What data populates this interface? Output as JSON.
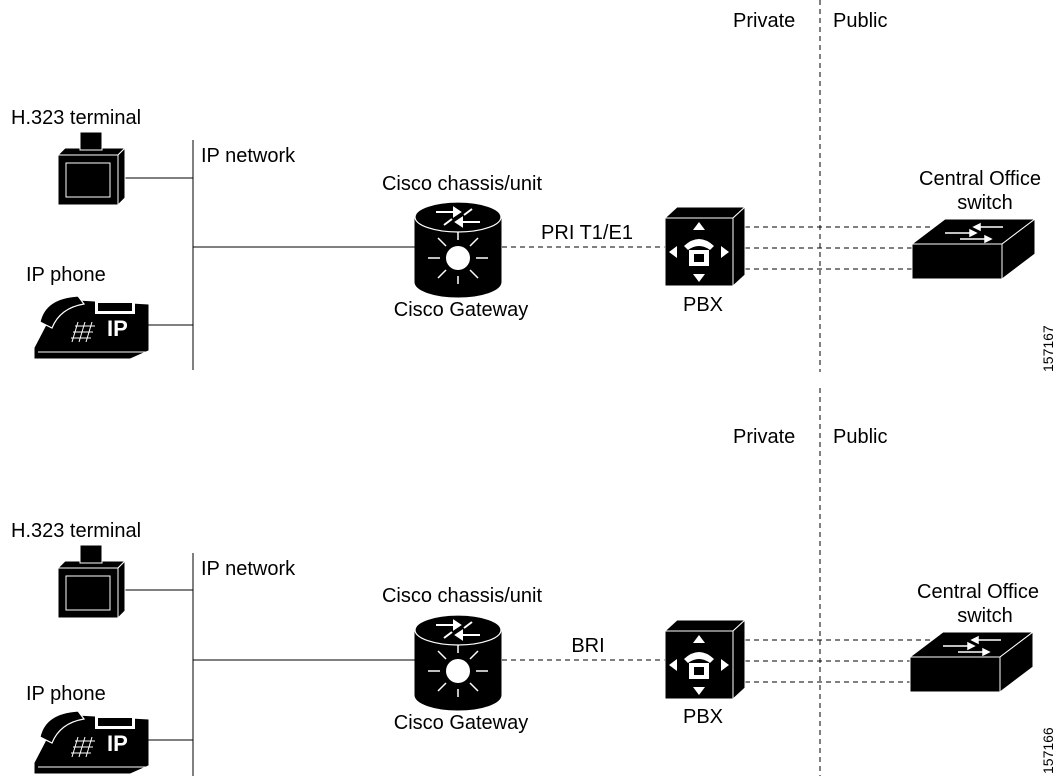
{
  "diagrams": [
    {
      "private_label": "Private",
      "public_label": "Public",
      "h323_terminal_label": "H.323 terminal",
      "ip_network_label": "IP network",
      "ip_phone_label": "IP phone",
      "phone_badge": "IP",
      "chassis_label": "Cisco chassis/unit",
      "gateway_label": "Cisco Gateway",
      "link_label": "PRI T1/E1",
      "pbx_label": "PBX",
      "co_label_line1": "Central Office",
      "co_label_line2": "switch",
      "figure_id": "157167"
    },
    {
      "private_label": "Private",
      "public_label": "Public",
      "h323_terminal_label": "H.323 terminal",
      "ip_network_label": "IP network",
      "ip_phone_label": "IP phone",
      "phone_badge": "IP",
      "chassis_label": "Cisco chassis/unit",
      "gateway_label": "Cisco Gateway",
      "link_label": "BRI",
      "pbx_label": "PBX",
      "co_label_line1": "Central Office",
      "co_label_line2": "switch",
      "figure_id": "157166"
    }
  ]
}
